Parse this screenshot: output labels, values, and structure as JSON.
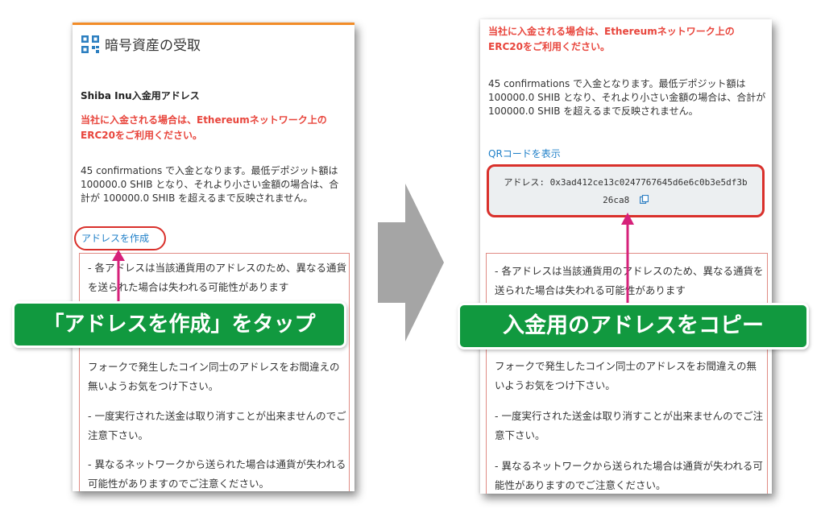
{
  "left_screen": {
    "header_title": "暗号資産の受取",
    "logo_icon": "qr-code-icon",
    "subheading": "Shiba Inu入金用アドレス",
    "warning": "当社に入金される場合は、Ethereumネットワーク上のERC20をご利用ください。",
    "info": "45 confirmations で入金となります。最低デポジット額は 100000.0 SHIB となり、それより小さい金額の場合は、合計が 100000.0 SHIB を超えるまで反映されません。",
    "create_address_link": "アドレスを作成",
    "notes": [
      "- 各アドレスは当該通貨用のアドレスのため、異なる通貨を送られた場合は失われる可能性があります",
      "フォークで発生したコイン同士のアドレスをお間違えの無いようお気をつけ下さい。",
      "- 一度実行された送金は取り消すことが出来ませんのでご注意下さい。",
      "- 異なるネットワークから送られた場合は通貨が失われる可能性がありますのでご注意ください。"
    ]
  },
  "right_screen": {
    "warning": "当社に入金される場合は、Ethereumネットワーク上のERC20をご利用ください。",
    "info": "45 confirmations で入金となります。最低デポジット額は 100000.0 SHIB となり、それより小さい金額の場合は、合計が 100000.0 SHIB を超えるまで反映されません。",
    "qr_link": "QRコードを表示",
    "address_label": "アドレス: 0x3ad412ce13c0247767645d6e6c0b3e5df3b",
    "address_tail": "26ca8",
    "copy_icon": "copy-icon",
    "notes": [
      "- 各アドレスは当該通貨用のアドレスのため、異なる通貨を送られた場合は失われる可能性があります",
      "フォークで発生したコイン同士のアドレスをお間違えの無いようお気をつけ下さい。",
      "- 一度実行された送金は取り消すことが出来ませんのでご注意下さい。",
      "- 異なるネットワークから送られた場合は通貨が失われる可能性がありますのでご注意ください。"
    ]
  },
  "callouts": {
    "left": "「アドレスを作成」をタップ",
    "right": "入金用のアドレスをコピー"
  },
  "colors": {
    "accent_orange": "#f28c28",
    "warning_red": "#e8453c",
    "link_blue": "#1e7fc8",
    "callout_green": "#11993f",
    "pointer_magenta": "#d6217a",
    "arrow_gray": "#a5a5a5"
  }
}
